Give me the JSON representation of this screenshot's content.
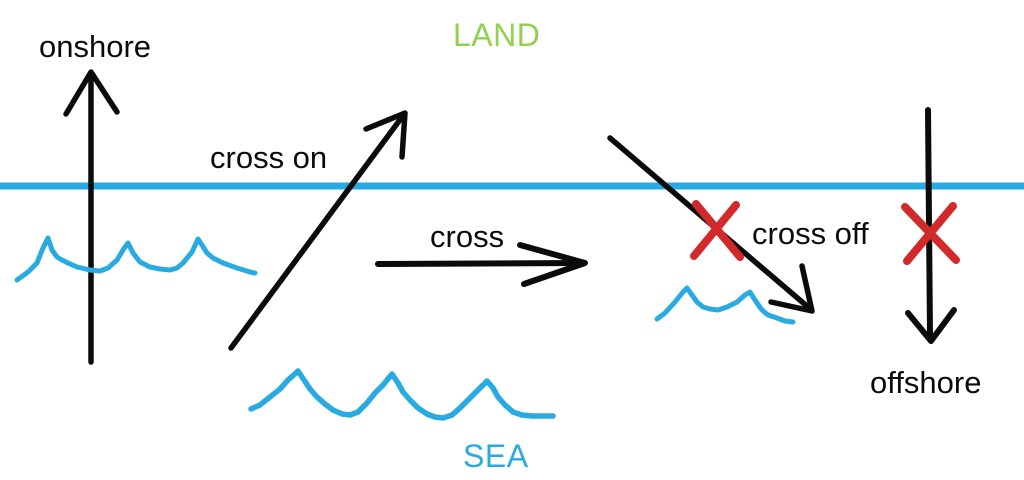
{
  "diagram": {
    "description": "Hand-drawn diagram of wind directions relative to a shoreline",
    "regions": {
      "land": "LAND",
      "sea": "SEA"
    },
    "labels": {
      "onshore": "onshore",
      "cross_on": "cross on",
      "cross": "cross",
      "cross_off": "cross off",
      "offshore": "offshore"
    },
    "arrows": [
      {
        "name": "onshore",
        "label": "onshore",
        "direction": "up",
        "from": "sea",
        "to": "land",
        "crossed_out": false
      },
      {
        "name": "cross-on",
        "label": "cross on",
        "direction": "up-right",
        "from": "sea",
        "to": "land",
        "crossed_out": false
      },
      {
        "name": "cross",
        "label": "cross",
        "direction": "right",
        "from": "sea",
        "to": "sea",
        "crossed_out": false
      },
      {
        "name": "cross-off",
        "label": "cross off",
        "direction": "down-right",
        "from": "land",
        "to": "sea",
        "crossed_out": true
      },
      {
        "name": "offshore",
        "label": "offshore",
        "direction": "down",
        "from": "land",
        "to": "sea",
        "crossed_out": true
      }
    ],
    "colors": {
      "water_blue": "#29abe2",
      "land_green": "#92d050",
      "x_red": "#d22a2a",
      "arrow_black": "#0b0b0b",
      "background": "#ffffff"
    }
  }
}
